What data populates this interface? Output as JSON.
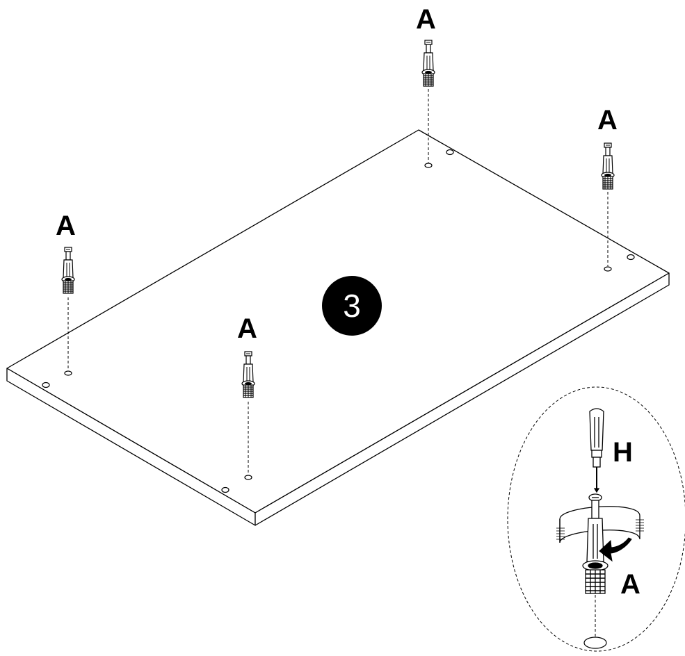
{
  "step": {
    "number": "3"
  },
  "labels": {
    "dowel_top": "A",
    "dowel_right": "A",
    "dowel_left": "A",
    "dowel_center": "A",
    "dowel_detail": "A",
    "screwdriver": "H"
  },
  "colors": {
    "ink": "#000000",
    "paper": "#ffffff"
  }
}
